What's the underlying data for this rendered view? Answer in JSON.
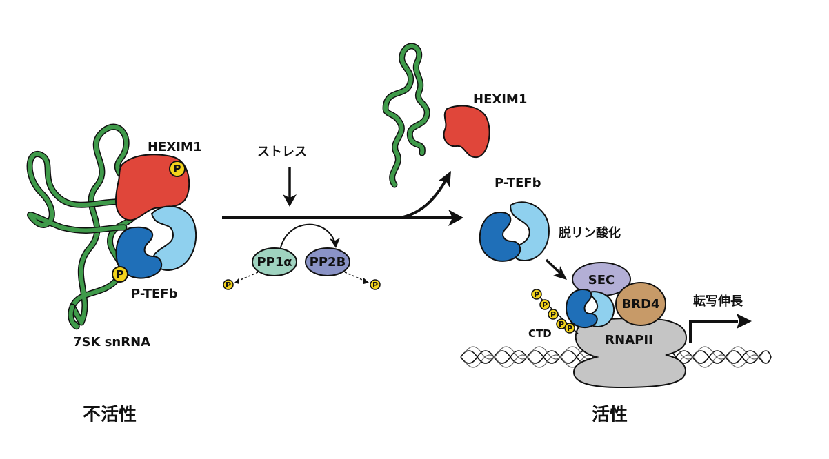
{
  "inactive": {
    "hexim1_label": "HEXIM1",
    "ptefb_label": "P-TEFb",
    "rna_label": "7SK snRNA",
    "phospho_symbol": "P",
    "state_label": "不活性"
  },
  "transition": {
    "stress_label": "ストレス",
    "enzyme1": "PP1α",
    "enzyme2": "PP2B",
    "phospho_symbol": "P"
  },
  "active": {
    "hexim1_label": "HEXIM1",
    "ptefb_label": "P-TEFb",
    "dephos_label": "脱リン酸化",
    "sec_label": "SEC",
    "brd4_label": "BRD4",
    "rnapii_label": "RNAPII",
    "ctd_label": "CTD",
    "elongation_label": "転写伸長",
    "phospho_symbol": "P",
    "state_label": "活性"
  },
  "colors": {
    "rna_green": "#3f9a4a",
    "hexim_red": "#e0463a",
    "ptefb_dark": "#1f6fb8",
    "ptefb_light": "#8fd0ee",
    "phospho_yellow": "#f2d21c",
    "pp1_green": "#9fd3c0",
    "pp2b_blue": "#8a93c6",
    "sec_lavender": "#b3afd6",
    "brd4_tan": "#c79a68",
    "rnapii_gray": "#c5c5c5"
  }
}
